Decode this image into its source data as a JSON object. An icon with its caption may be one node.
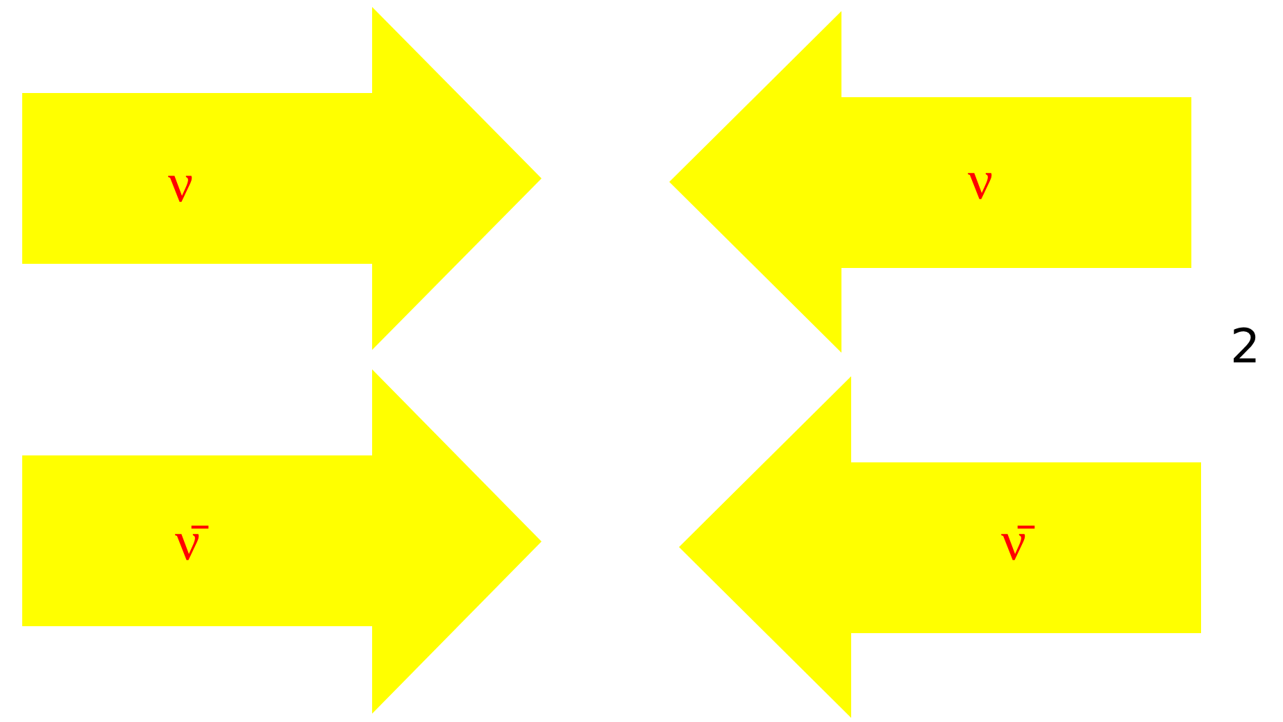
{
  "diagram": {
    "nodes": [
      {
        "text": [
          "ν"
        ]
      },
      {
        "text": [
          "ν"
        ]
      },
      {
        "text": [
          "ν̄"
        ]
      },
      {
        "text": [
          "ν̄"
        ]
      }
    ],
    "labels": [
      "2"
    ]
  }
}
